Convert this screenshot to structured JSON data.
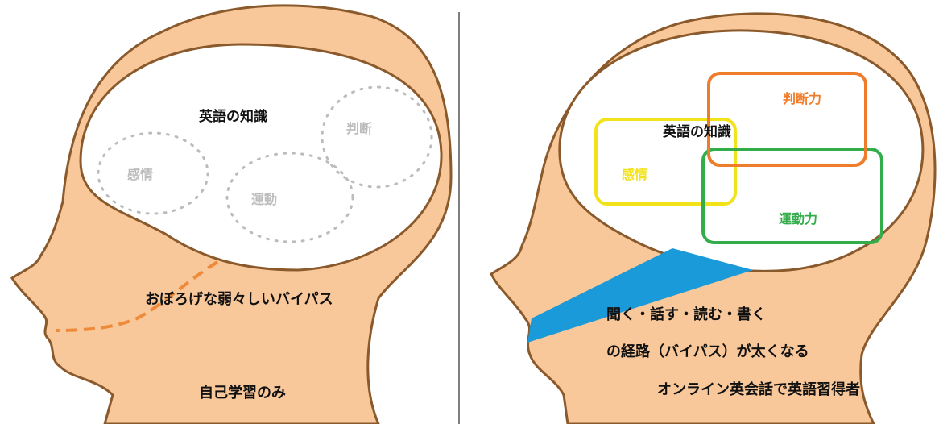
{
  "colors": {
    "skin": "#f8c79a",
    "skin_outline": "#8a5a2c",
    "brain": "#ffffff",
    "dotted": "#bcbcbc",
    "dashed_path": "#ee8a3a",
    "bypass_blue": "#1a9ad8",
    "orange": "#ee7c2a",
    "yellow": "#f2e21a",
    "green": "#32ad4a",
    "text": "#111111",
    "divider": "#555555"
  },
  "left_panel": {
    "brain_title": "英語の知識",
    "zone_emotion": "感情",
    "zone_judgment": "判断",
    "zone_motor": "運動",
    "bypass_label": "おぼろげな弱々しいバイパス",
    "caption": "自己学習のみ"
  },
  "right_panel": {
    "brain_title": "英語の知識",
    "box_emotion": "感情",
    "box_judgment": "判断力",
    "box_motor": "運動力",
    "pathway_line1": "聞く・話す・読む・書く",
    "pathway_line2": "の経路（バイパス）が太くなる",
    "caption": "オンライン英会話で英語習得者"
  }
}
